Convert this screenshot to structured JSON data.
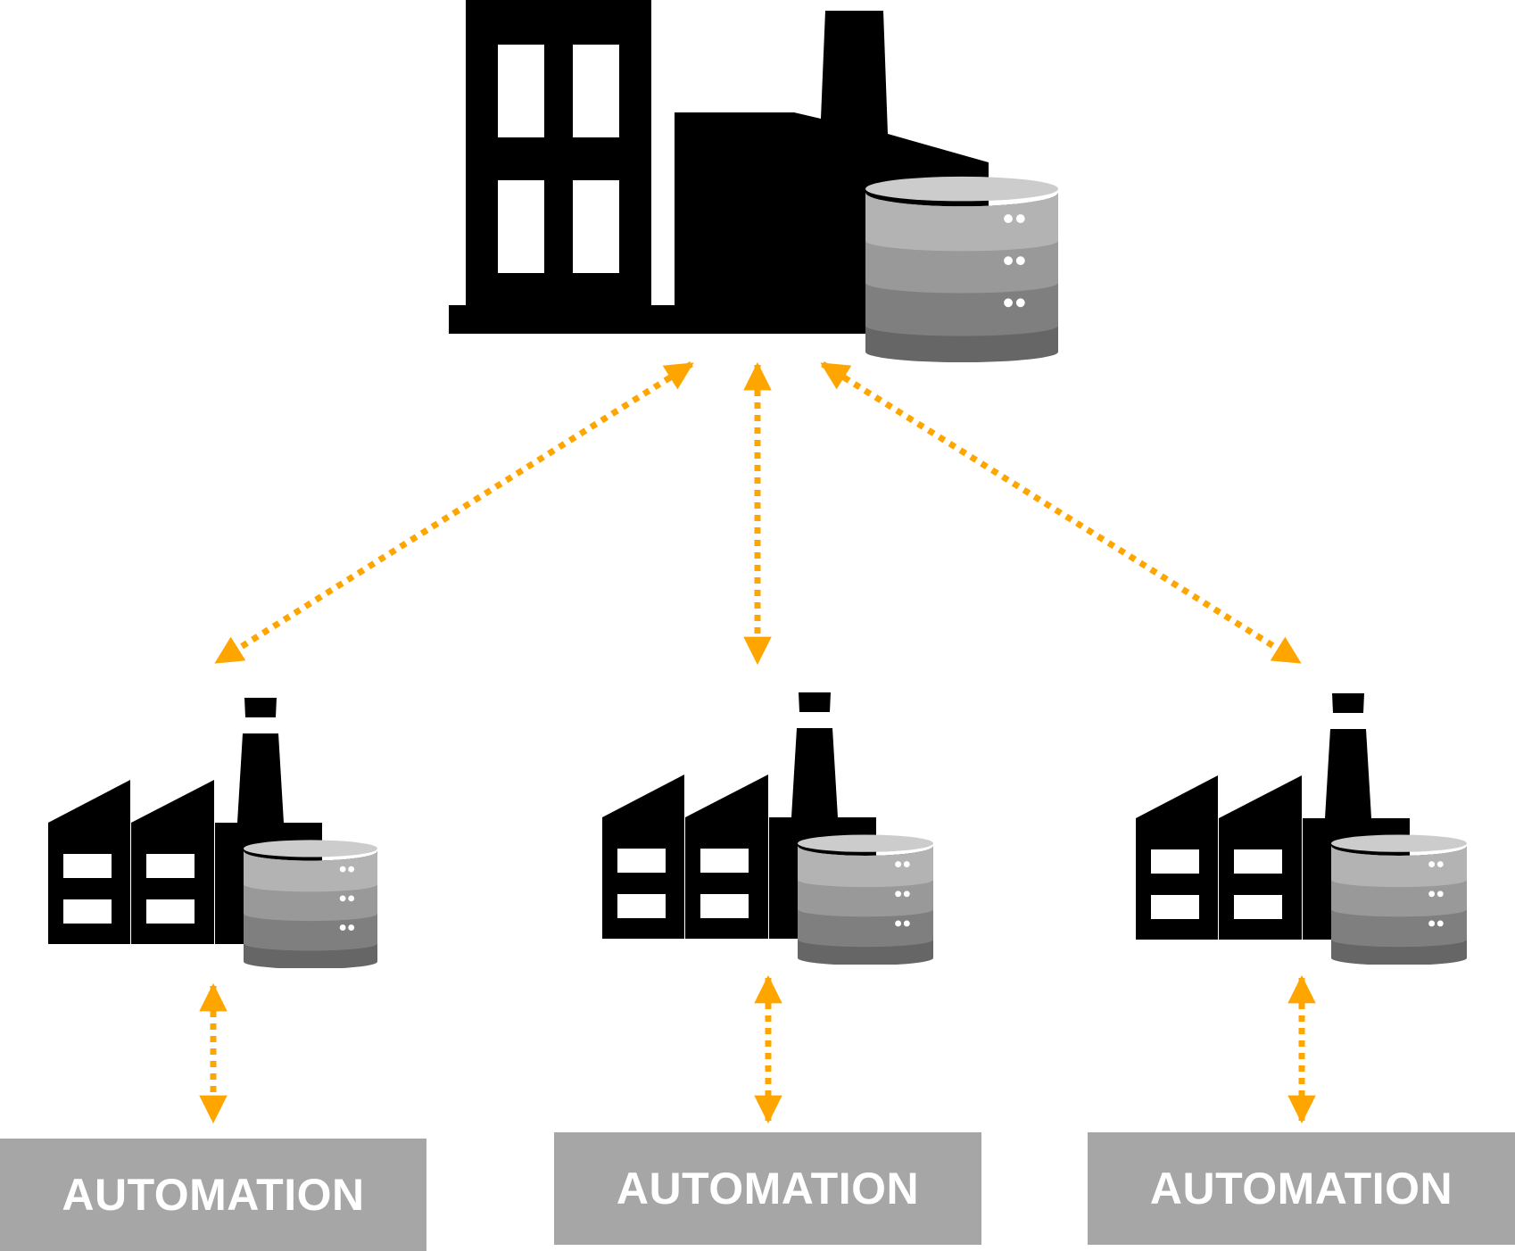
{
  "diagram": {
    "boxes": [
      {
        "label": "AUTOMATION"
      },
      {
        "label": "AUTOMATION"
      },
      {
        "label": "AUTOMATION"
      }
    ],
    "icons": {
      "headquarters": "factory-with-database-icon",
      "plant": "factory-with-database-icon"
    },
    "colors": {
      "arrow": "#FFA500",
      "building": "#000000",
      "box": "#a6a6a6",
      "box_text": "#ffffff"
    }
  }
}
